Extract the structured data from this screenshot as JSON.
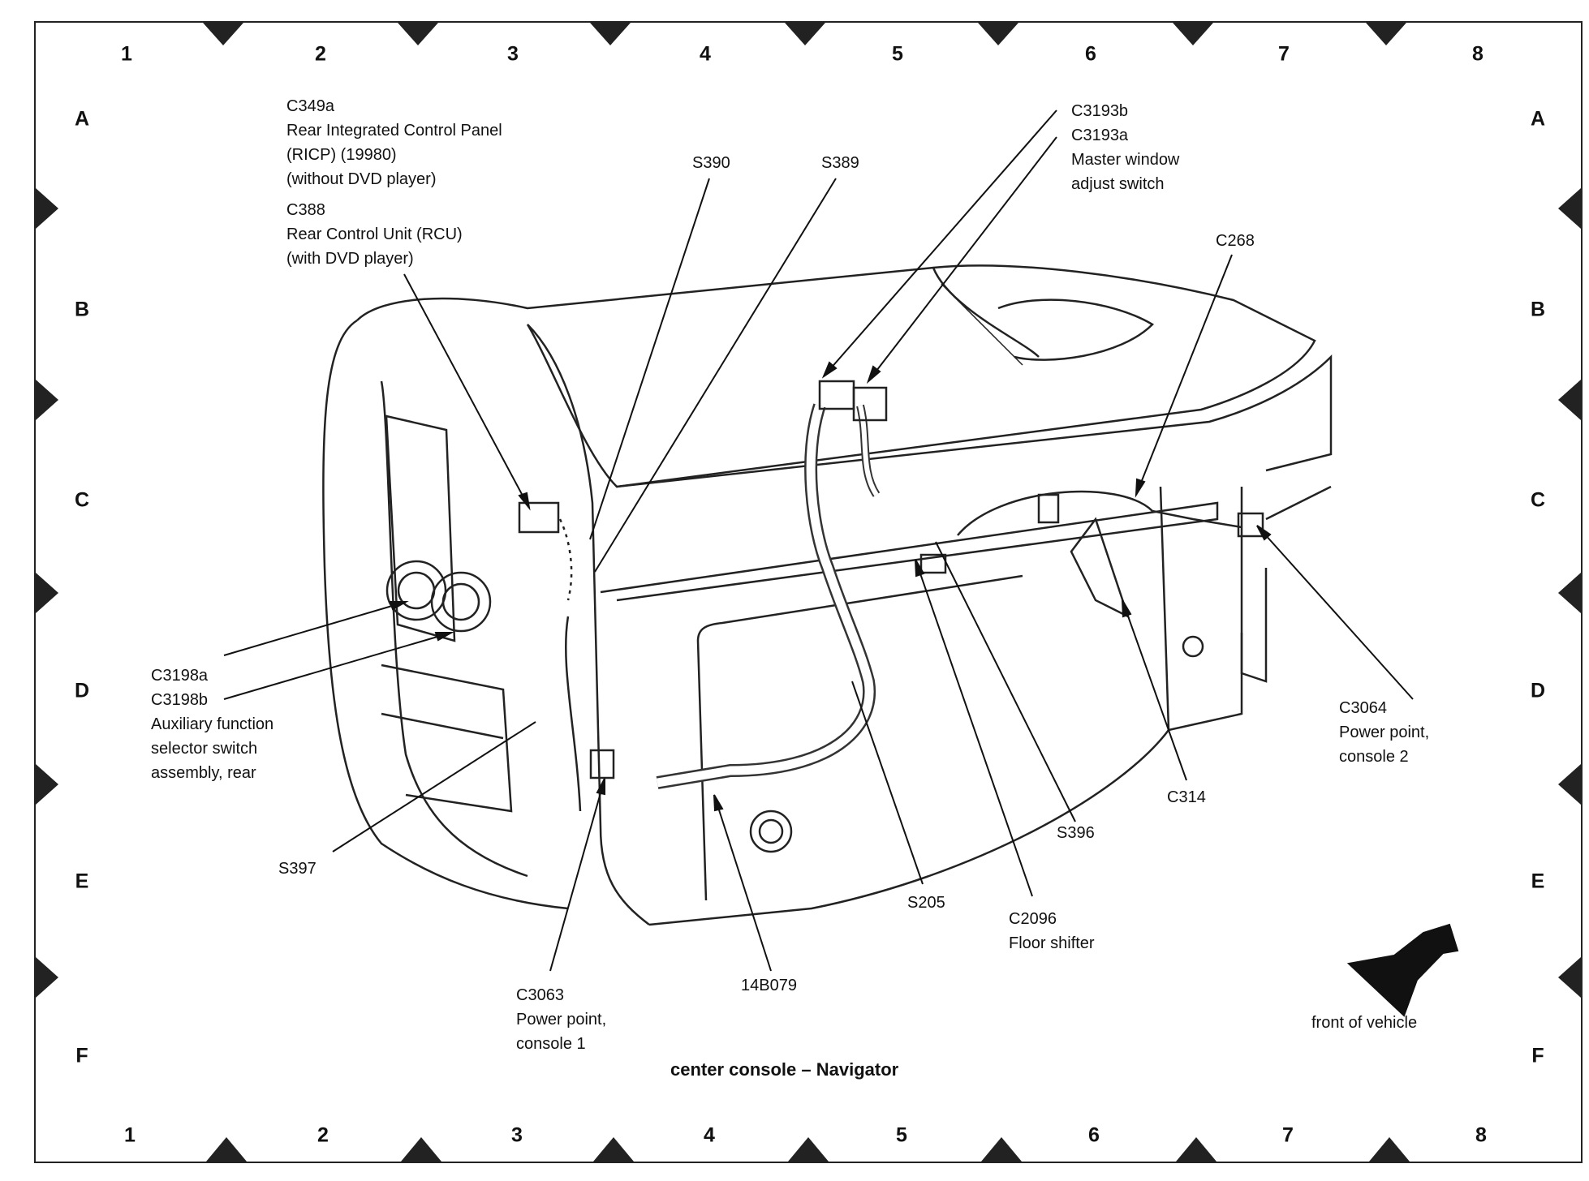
{
  "grid": {
    "columns": [
      "1",
      "2",
      "3",
      "4",
      "5",
      "6",
      "7",
      "8"
    ],
    "rows": [
      "A",
      "B",
      "C",
      "D",
      "E",
      "F"
    ]
  },
  "caption": "center console – Navigator",
  "front_of_vehicle": "front of vehicle",
  "callouts": {
    "c349a": {
      "id": "C349a",
      "lines": [
        "Rear Integrated Control Panel",
        "(RICP) (19980)",
        "(without DVD player)"
      ]
    },
    "c388": {
      "id": "C388",
      "lines": [
        "Rear Control Unit (RCU)",
        "(with DVD player)"
      ]
    },
    "s390": {
      "id": "S390"
    },
    "s389": {
      "id": "S389"
    },
    "c3193": {
      "ids": [
        "C3193b",
        "C3193a"
      ],
      "lines": [
        "Master window",
        "adjust switch"
      ]
    },
    "c268": {
      "id": "C268"
    },
    "c3198": {
      "ids": [
        "C3198a",
        "C3198b"
      ],
      "lines": [
        "Auxiliary function",
        "selector switch",
        "assembly, rear"
      ]
    },
    "c3064": {
      "id": "C3064",
      "lines": [
        "Power point,",
        "console 2"
      ]
    },
    "c314": {
      "id": "C314"
    },
    "s396": {
      "id": "S396"
    },
    "s397": {
      "id": "S397"
    },
    "s205": {
      "id": "S205"
    },
    "c2096": {
      "id": "C2096",
      "lines": [
        "Floor shifter"
      ]
    },
    "c3063": {
      "id": "C3063",
      "lines": [
        "Power point,",
        "console 1"
      ]
    },
    "h14b079": {
      "id": "14B079"
    }
  }
}
